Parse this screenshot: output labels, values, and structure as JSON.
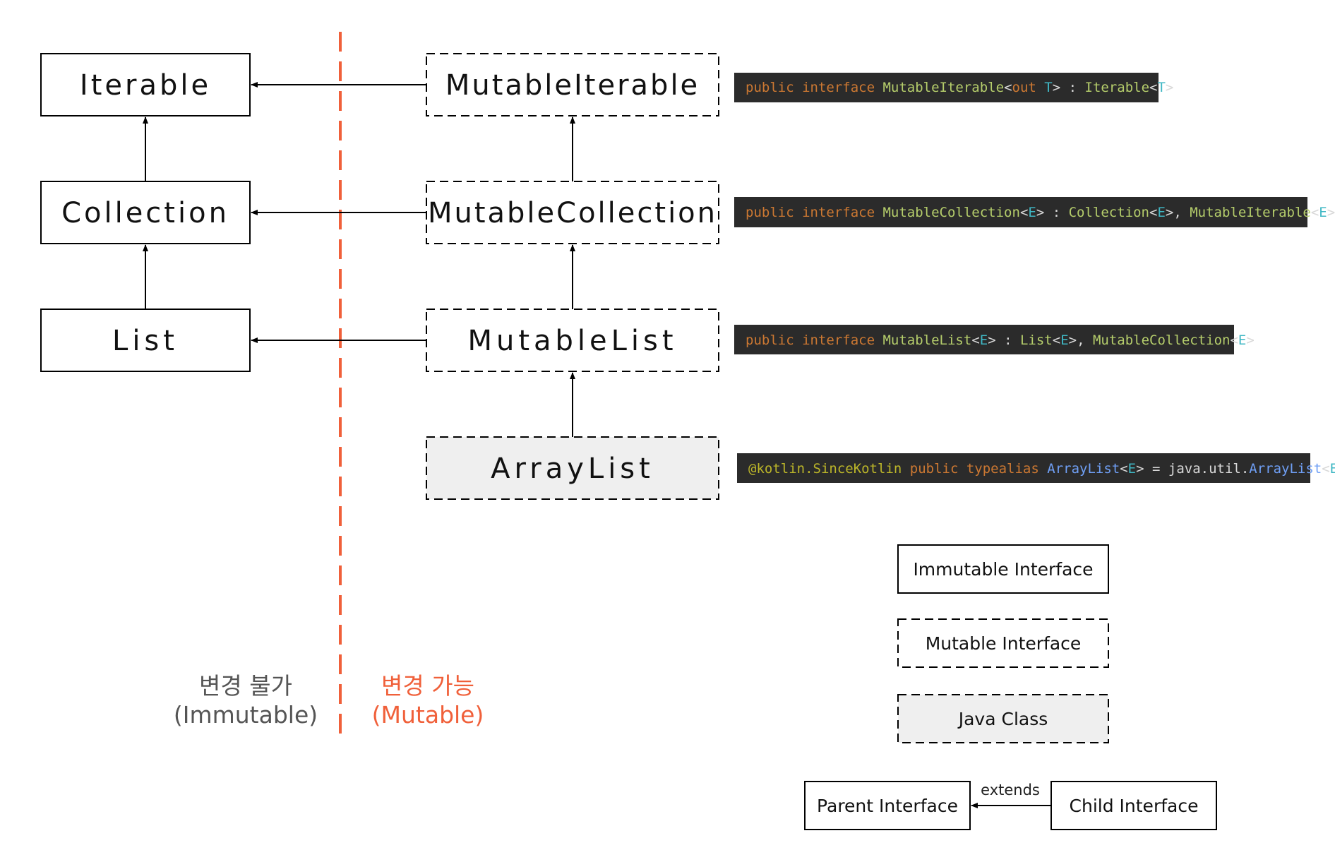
{
  "immutable_column": {
    "nodes": [
      {
        "id": "iterable",
        "label": "Iterable"
      },
      {
        "id": "collection",
        "label": "Collection"
      },
      {
        "id": "list",
        "label": "List"
      }
    ],
    "caption_line1": "변경 불가",
    "caption_line2": "(Immutable)"
  },
  "mutable_column": {
    "nodes": [
      {
        "id": "mutable-iterable",
        "label": "MutableIterable"
      },
      {
        "id": "mutable-collection",
        "label": "MutableCollection"
      },
      {
        "id": "mutable-list",
        "label": "MutableList"
      },
      {
        "id": "array-list",
        "label": "ArrayList"
      }
    ],
    "caption_line1": "변경 가능",
    "caption_line2": "(Mutable)"
  },
  "code_snippets": [
    {
      "for": "mutable-iterable",
      "tokens": [
        {
          "t": "public interface ",
          "c": "keyword"
        },
        {
          "t": "MutableIterable",
          "c": "type"
        },
        {
          "t": "<",
          "c": "punct"
        },
        {
          "t": "out ",
          "c": "keyword"
        },
        {
          "t": "T",
          "c": "generic"
        },
        {
          "t": "> : ",
          "c": "punct"
        },
        {
          "t": "Iterable",
          "c": "type"
        },
        {
          "t": "<",
          "c": "punct"
        },
        {
          "t": "T",
          "c": "generic"
        },
        {
          "t": ">",
          "c": "punct"
        }
      ]
    },
    {
      "for": "mutable-collection",
      "tokens": [
        {
          "t": "public interface ",
          "c": "keyword"
        },
        {
          "t": "MutableCollection",
          "c": "type"
        },
        {
          "t": "<",
          "c": "punct"
        },
        {
          "t": "E",
          "c": "generic"
        },
        {
          "t": "> : ",
          "c": "punct"
        },
        {
          "t": "Collection",
          "c": "type"
        },
        {
          "t": "<",
          "c": "punct"
        },
        {
          "t": "E",
          "c": "generic"
        },
        {
          "t": ">, ",
          "c": "punct"
        },
        {
          "t": "MutableIterable",
          "c": "type"
        },
        {
          "t": "<",
          "c": "punct"
        },
        {
          "t": "E",
          "c": "generic"
        },
        {
          "t": ">",
          "c": "punct"
        }
      ]
    },
    {
      "for": "mutable-list",
      "tokens": [
        {
          "t": "public interface ",
          "c": "keyword"
        },
        {
          "t": "MutableList",
          "c": "type"
        },
        {
          "t": "<",
          "c": "punct"
        },
        {
          "t": "E",
          "c": "generic"
        },
        {
          "t": "> : ",
          "c": "punct"
        },
        {
          "t": "List",
          "c": "type"
        },
        {
          "t": "<",
          "c": "punct"
        },
        {
          "t": "E",
          "c": "generic"
        },
        {
          "t": ">, ",
          "c": "punct"
        },
        {
          "t": "MutableCollection",
          "c": "type"
        },
        {
          "t": "<",
          "c": "punct"
        },
        {
          "t": "E",
          "c": "generic"
        },
        {
          "t": ">",
          "c": "punct"
        }
      ]
    },
    {
      "for": "array-list",
      "tokens": [
        {
          "t": "@kotlin.SinceKotlin ",
          "c": "annotation"
        },
        {
          "t": "public typealias ",
          "c": "keyword"
        },
        {
          "t": "ArrayList",
          "c": "alias"
        },
        {
          "t": "<",
          "c": "punct"
        },
        {
          "t": "E",
          "c": "generic"
        },
        {
          "t": "> = ",
          "c": "punct"
        },
        {
          "t": "java.util.",
          "c": "plain"
        },
        {
          "t": "ArrayList",
          "c": "alias"
        },
        {
          "t": "<",
          "c": "punct"
        },
        {
          "t": "E",
          "c": "generic"
        },
        {
          "t": ">",
          "c": "punct"
        }
      ]
    }
  ],
  "legend": {
    "immutable": "Immutable Interface",
    "mutable": "Mutable Interface",
    "java_class": "Java Class",
    "parent": "Parent Interface",
    "child": "Child Interface",
    "extends": "extends"
  },
  "colors": {
    "divider": "#f0603a",
    "mutable_caption": "#f0603a",
    "immutable_caption": "#555555",
    "java_class_fill": "#efefef",
    "code_bg": "#2b2b2b",
    "code_keyword": "#cc7832",
    "code_type": "#b5cd6b",
    "code_generic": "#3fb7c4",
    "code_punct": "#d8d8d8",
    "code_annotation": "#bbb529",
    "code_alias": "#6f9ff5",
    "code_plain": "#d8d8d8"
  }
}
